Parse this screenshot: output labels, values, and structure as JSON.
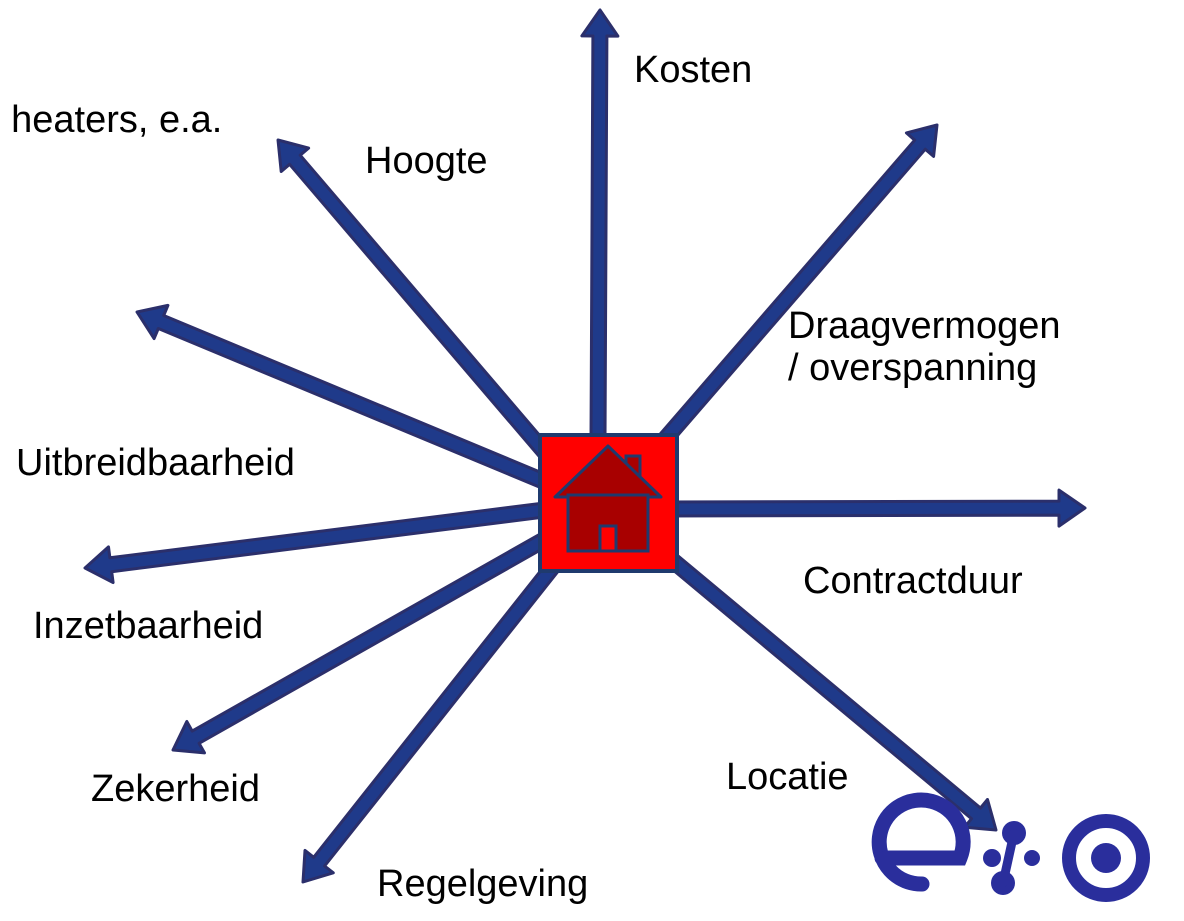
{
  "partial_text": ", heaters, e.a.",
  "center_icon": "house-icon",
  "labels": {
    "kosten": "Kosten",
    "hoogte": "Hoogte",
    "draagvermogen_line1": "Draagvermogen",
    "draagvermogen_line2": "/ overspanning",
    "uitbreidbaarheid": "Uitbreidbaarheid",
    "contractduur": "Contractduur",
    "inzetbaarheid": "Inzetbaarheid",
    "zekerheid": "Zekerheid",
    "locatie": "Locatie",
    "regelgeving": "Regelgeving"
  },
  "logo_text": "exo",
  "colors": {
    "arrow_fill": "#1f3a8a",
    "arrow_stroke": "#2b2f6b",
    "box_fill": "#ff0000",
    "box_stroke": "#1f3a6e",
    "house_fill": "#a80000",
    "house_stroke": "#1f3a6e",
    "logo": "#2a2e9c"
  }
}
